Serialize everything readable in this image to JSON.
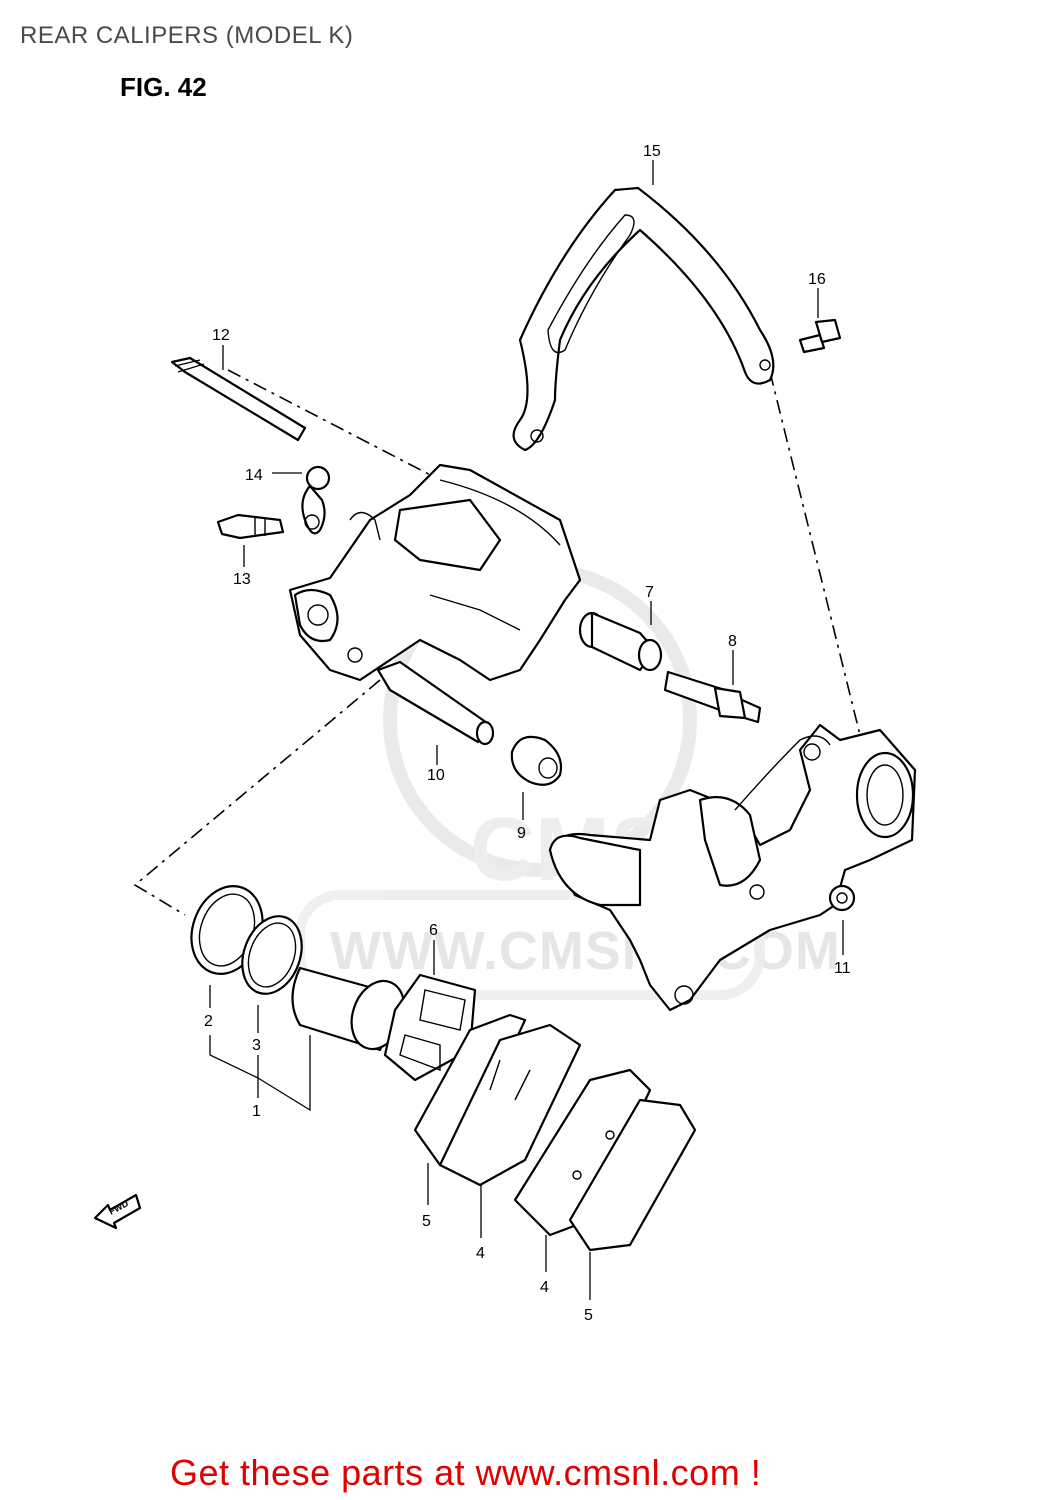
{
  "header": {
    "title": "REAR CALIPERS (MODEL K)",
    "figure_label": "FIG. 42"
  },
  "footer": {
    "cta": "Get these parts at www.cmsnl.com !"
  },
  "watermark": {
    "text": "WWW.CMSNL.COM",
    "logo_text": "CMS"
  },
  "fwd_label": "FWD",
  "callouts": {
    "c1": "1",
    "c2": "2",
    "c3": "3",
    "c4a": "4",
    "c4b": "4",
    "c5a": "5",
    "c5b": "5",
    "c6": "6",
    "c7": "7",
    "c8": "8",
    "c9": "9",
    "c10": "10",
    "c11": "11",
    "c12": "12",
    "c13": "13",
    "c14": "14",
    "c15": "15",
    "c16": "16"
  },
  "colors": {
    "cta": "#e00000",
    "title": "#4a4a4a",
    "watermark": "#e6e6e6"
  }
}
